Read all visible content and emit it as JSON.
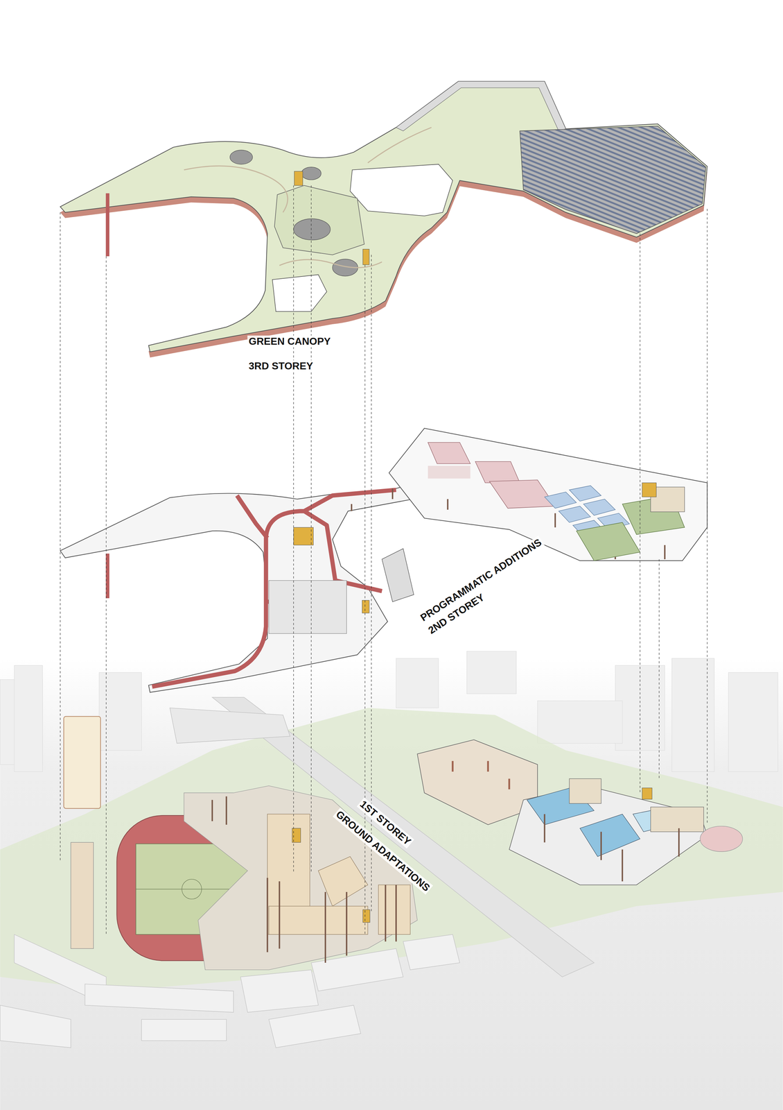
{
  "diagram": {
    "labels": [
      "GREEN CANOPY",
      "3RD STOREY",
      "PROGRAMMATIC ADDITIONS",
      "2ND STOREY",
      "1ST STOREY",
      "GROUND ADAPTATIONS"
    ]
  }
}
